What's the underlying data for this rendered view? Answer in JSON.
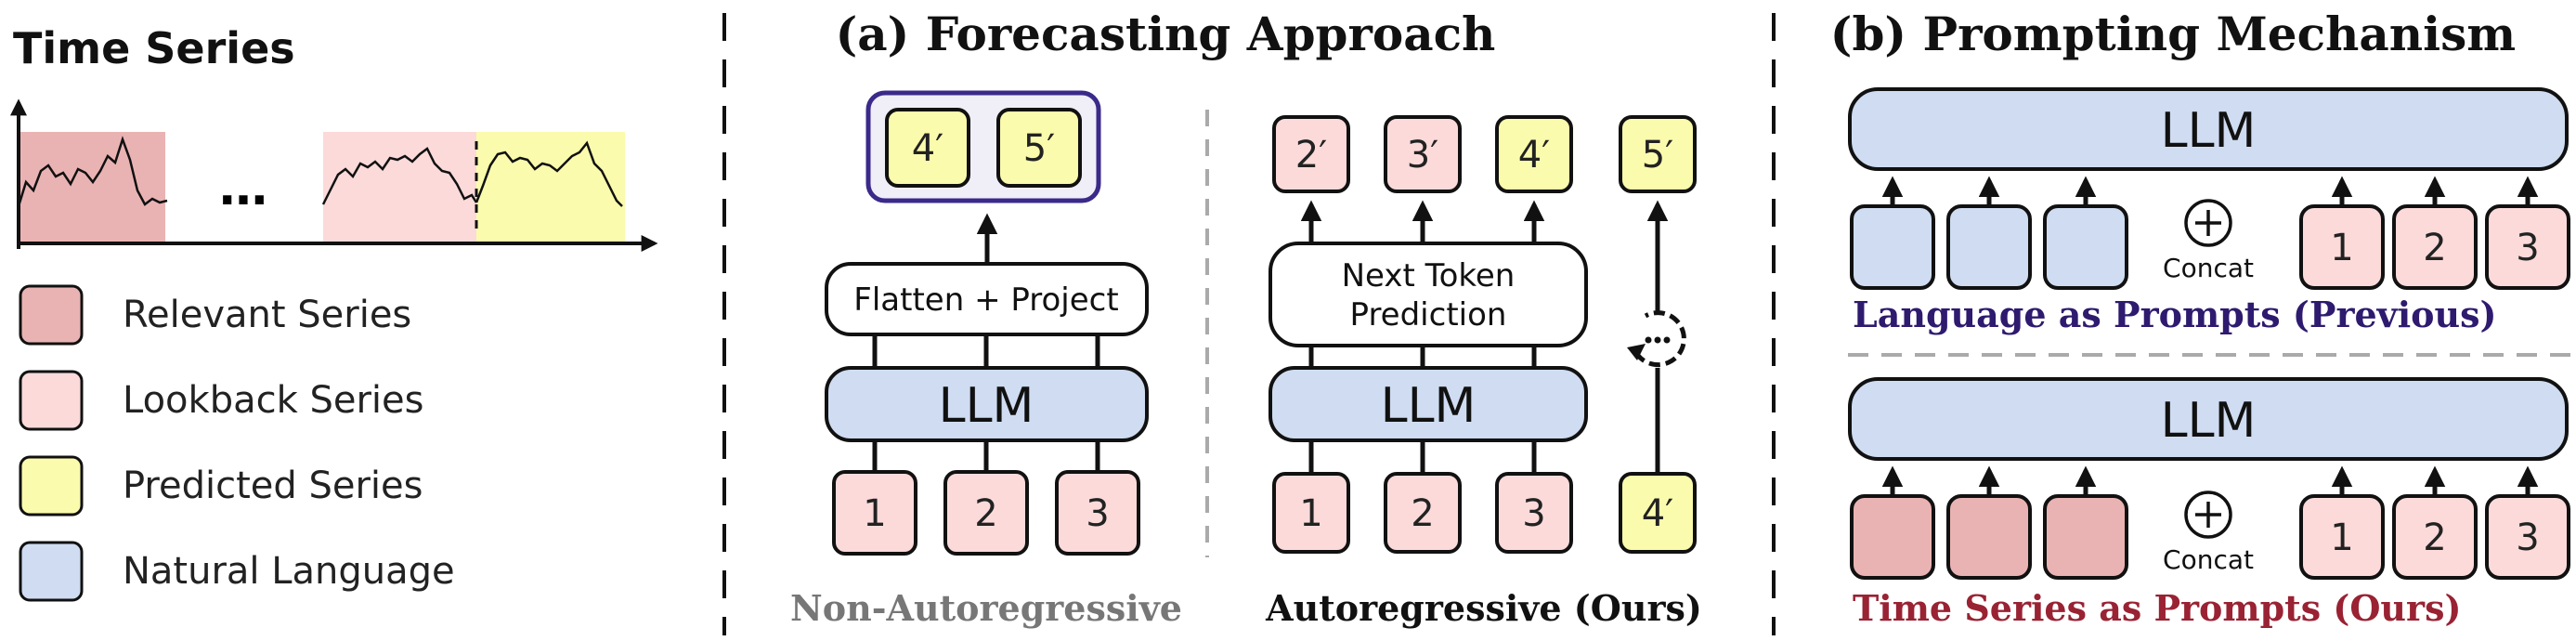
{
  "colors": {
    "relevant": "#eab3b3",
    "lookback": "#fcdada",
    "predicted": "#fbfbad",
    "language": "#cfdcf1",
    "border": "#111111",
    "purple_caption": "#2e1a6e",
    "red_caption": "#992233",
    "gray_caption": "#777777",
    "highlight_frame": "#3b2a8a"
  },
  "icons": [
    "up-arrow-icon",
    "loop-arrow-icon",
    "concat-plus-icon",
    "ellipsis-icon"
  ],
  "left_panel": {
    "title": "Time Series",
    "ellipsis": "…",
    "legend": [
      {
        "label": "Relevant Series",
        "color": "#eab3b3"
      },
      {
        "label": "Lookback Series",
        "color": "#fcdada"
      },
      {
        "label": "Predicted Series",
        "color": "#fbfbad"
      },
      {
        "label": "Natural Language",
        "color": "#cfdcf1"
      }
    ]
  },
  "panel_a": {
    "title": "(a) Forecasting Approach",
    "non_ar": {
      "inputs": [
        "1",
        "2",
        "3"
      ],
      "llm": "LLM",
      "head": "Flatten + Project",
      "outputs": [
        "4′",
        "5′"
      ],
      "caption": "Non-Autoregressive"
    },
    "ar": {
      "inputs": [
        "1",
        "2",
        "3"
      ],
      "extra_input": "4′",
      "llm": "LLM",
      "head_line1": "Next Token",
      "head_line2": "Prediction",
      "outputs": [
        "2′",
        "3′",
        "4′",
        "5′"
      ],
      "caption": "Autoregressive (Ours)"
    }
  },
  "panel_b": {
    "title": "(b) Prompting Mechanism",
    "top": {
      "llm": "LLM",
      "tokens": [
        "1",
        "2",
        "3"
      ],
      "concat": "Concat",
      "caption": "Language as Prompts (Previous)"
    },
    "bottom": {
      "llm": "LLM",
      "tokens": [
        "1",
        "2",
        "3"
      ],
      "concat": "Concat",
      "caption": "Time Series as Prompts (Ours)"
    }
  }
}
